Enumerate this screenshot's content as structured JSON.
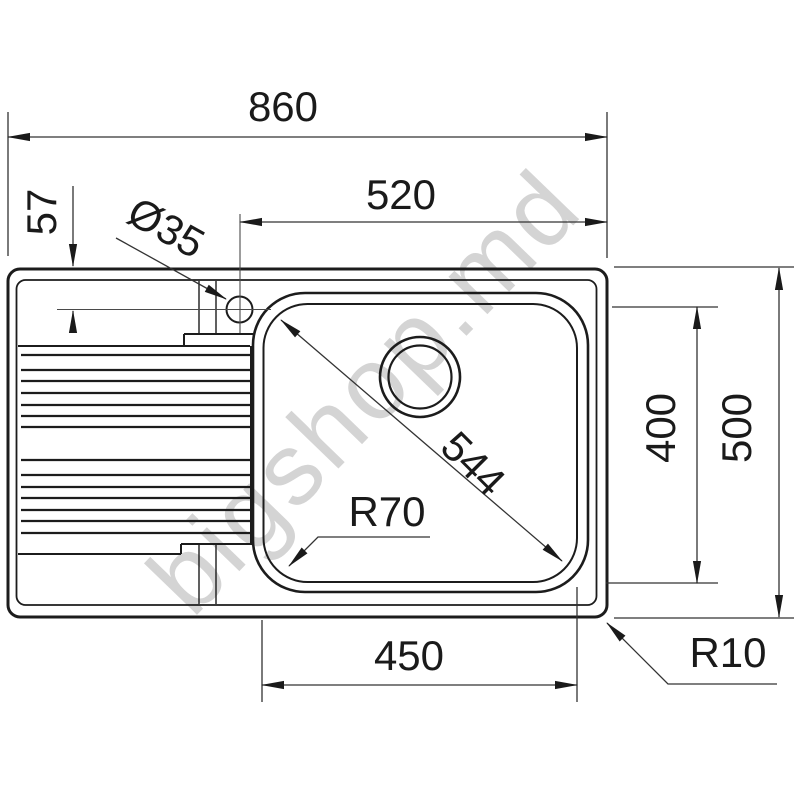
{
  "drawing": {
    "type": "technical-drawing",
    "subject": "kitchen sink with drainboard, top view",
    "labels": {
      "overall_width": "860",
      "tap_to_right_edge": "520",
      "tap_centerline_offset": "57",
      "tap_hole_diameter": "Ø35",
      "bowl_diagonal": "544",
      "bowl_corner_radius": "R70",
      "bowl_depth_front_back": "400",
      "overall_depth": "500",
      "bowl_width": "450",
      "rim_corner_radius": "R10"
    },
    "colors": {
      "line": "#1c1c1c",
      "dimension_line": "#333333",
      "watermark": "#d4d4d4",
      "background": "#ffffff"
    }
  },
  "watermark": {
    "text": "bigshop.md"
  }
}
